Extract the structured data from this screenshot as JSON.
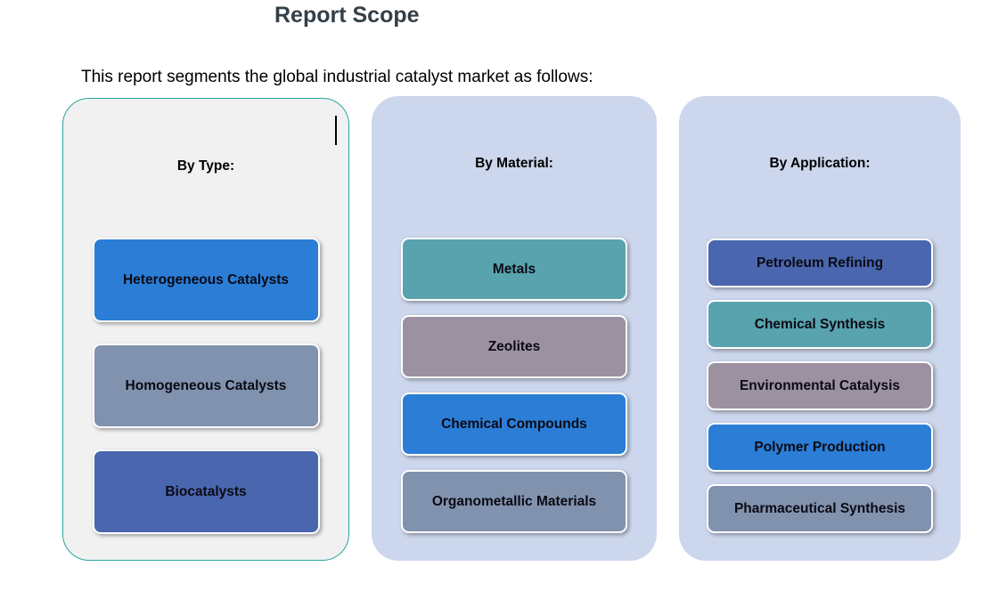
{
  "page": {
    "title": "Report Scope",
    "subtitle": "This report segments the global industrial catalyst market as follows:"
  },
  "colors": {
    "title_text": "#333f48",
    "panel_type_bg": "#f1f1f1",
    "panel_type_border": "#2aa79e",
    "panel_bg": "#ccd6ec",
    "box_bright_blue": "#2b7dd6",
    "box_gray_blue": "#8092ad",
    "box_indigo_blue": "#4a66ae",
    "box_teal": "#58a3ad",
    "box_mauve": "#9c91a0"
  },
  "columns": [
    {
      "header": "By Type:",
      "items": [
        {
          "label": "Heterogeneous Catalysts",
          "color": "#2b7dd6"
        },
        {
          "label": "Homogeneous Catalysts",
          "color": "#8092ad"
        },
        {
          "label": "Biocatalysts",
          "color": "#4a66ae"
        }
      ]
    },
    {
      "header": "By Material:",
      "items": [
        {
          "label": "Metals",
          "color": "#58a3ad"
        },
        {
          "label": "Zeolites",
          "color": "#9c91a0"
        },
        {
          "label": "Chemical Compounds",
          "color": "#2b7dd6"
        },
        {
          "label": "Organometallic Materials",
          "color": "#8092ad"
        }
      ]
    },
    {
      "header": "By Application:",
      "items": [
        {
          "label": "Petroleum Refining",
          "color": "#4a66ae"
        },
        {
          "label": "Chemical Synthesis",
          "color": "#58a3ad"
        },
        {
          "label": "Environmental Catalysis",
          "color": "#9c91a0"
        },
        {
          "label": "Polymer Production",
          "color": "#2b7dd6"
        },
        {
          "label": "Pharmaceutical Synthesis",
          "color": "#8092ad"
        }
      ]
    }
  ]
}
